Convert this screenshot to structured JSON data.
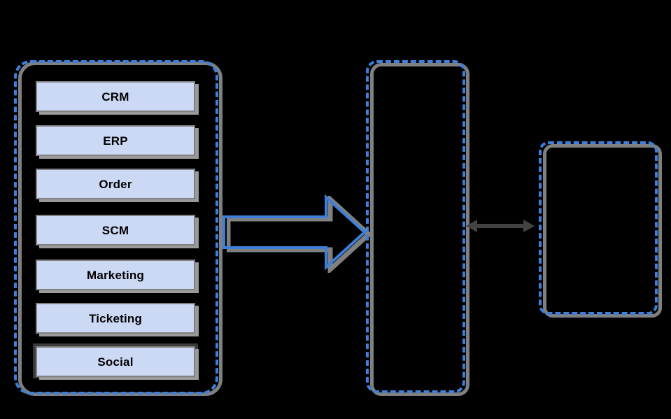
{
  "diagram": {
    "background_color": "#000000",
    "accent_color": "#3d7fdb",
    "shadow_color": "#808080",
    "box_fill_color": "#ccd9f5",
    "box_border_color": "#808080",
    "connector_color": "#434343",
    "title": ""
  },
  "source_group": {
    "name": "source-systems-group",
    "label": "",
    "border_style": "dashed",
    "border_color": "#3d7fdb",
    "items": [
      {
        "label": "CRM",
        "highlighted": false
      },
      {
        "label": "ERP",
        "highlighted": false
      },
      {
        "label": "Order",
        "highlighted": false
      },
      {
        "label": "SCM",
        "highlighted": false
      },
      {
        "label": "Marketing",
        "highlighted": false
      },
      {
        "label": "Ticketing",
        "highlighted": false
      },
      {
        "label": "Social",
        "highlighted": true
      }
    ]
  },
  "flow_arrow": {
    "name": "ingest-arrow",
    "label": "",
    "direction": "right",
    "style": "outlined-block-arrow",
    "color": "#3d7fdb"
  },
  "middle_group": {
    "name": "processing-group",
    "label": "",
    "border_style": "dashed",
    "border_color": "#3d7fdb"
  },
  "connector_arrow": {
    "name": "bidirectional-connector",
    "label": "",
    "direction": "both",
    "color": "#434343"
  },
  "right_group": {
    "name": "consumer-group",
    "label": "",
    "border_style": "dashed",
    "border_color": "#3d7fdb"
  }
}
